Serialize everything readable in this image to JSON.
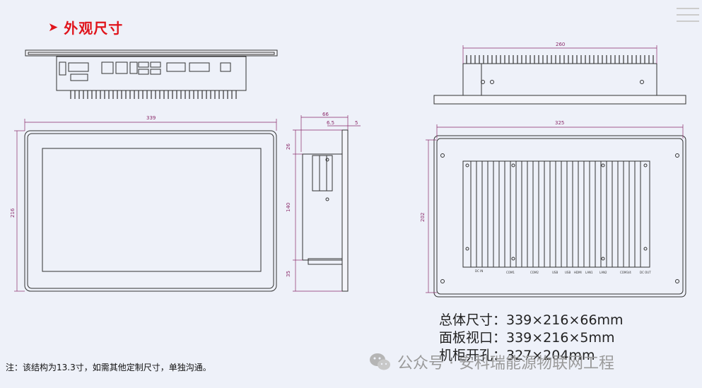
{
  "section": {
    "arrow": "➤",
    "title": "外观尺寸"
  },
  "dims": {
    "front_width": "339",
    "front_height": "216",
    "side_depth_total": "66",
    "side_depth_a": "6.5",
    "side_depth_b": "5",
    "side_26": "26",
    "side_140": "140",
    "side_35": "35",
    "top_width": "260",
    "back_width": "325",
    "back_height": "202"
  },
  "port_labels": [
    "DC IN",
    "COM1",
    "COM2",
    "USB",
    "USB",
    "HDMI",
    "LAN1",
    "LAN2",
    "COM3/4",
    "DC OUT"
  ],
  "specs": [
    "总体尺寸：339×216×66mm",
    "面板视口：339×216×5mm",
    "机柜开孔：327×204mm"
  ],
  "note": "注：该结构为13.3寸，如需其他定制尺寸，单独沟通。",
  "watermark": "公众号 · 安科瑞能源物联网工程",
  "colors": {
    "title": "#e0141c",
    "dim": "#8a2a6a",
    "line": "#333333"
  }
}
